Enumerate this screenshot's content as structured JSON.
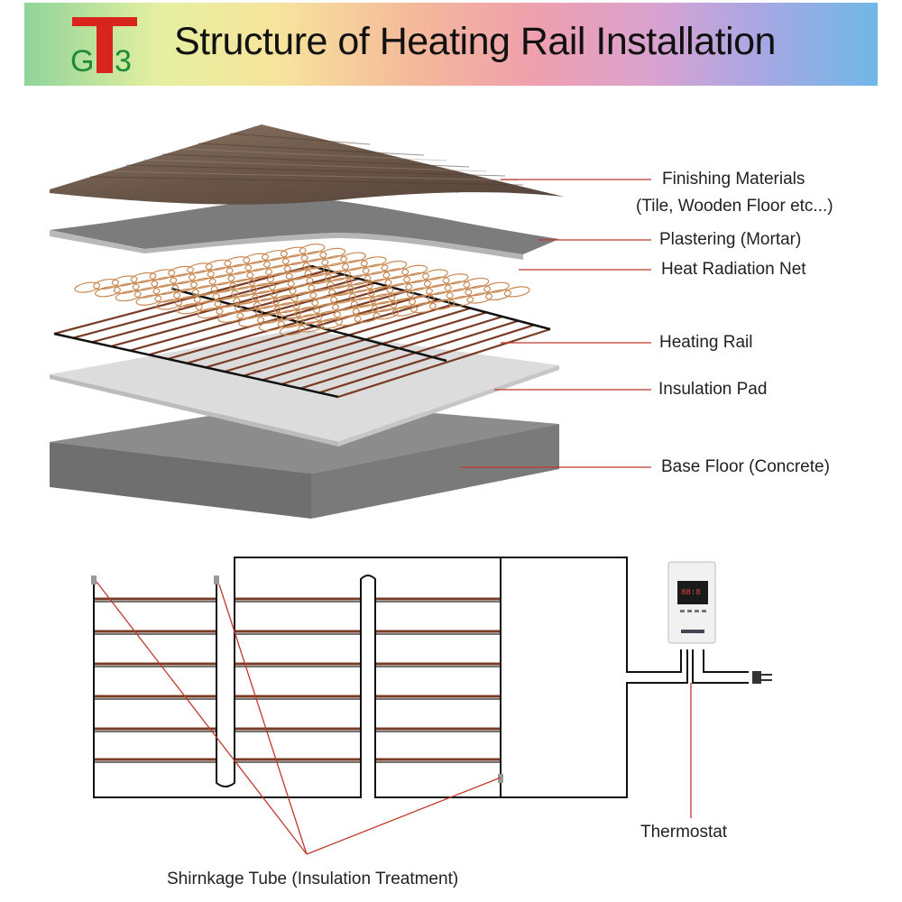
{
  "header": {
    "title": "Structure of Heating Rail Installation",
    "logo_text": "GT3",
    "logo_colors": {
      "letters": "#1f8a3a",
      "bar": "#d9241c"
    }
  },
  "layers": {
    "finishing_line1": "Finishing Materials",
    "finishing_line2": "(Tile, Wooden Floor etc...)",
    "plastering": "Plastering (Mortar)",
    "net": "Heat Radiation Net",
    "rail": "Heating Rail",
    "insulation": "Insulation Pad",
    "base": "Base Floor (Concrete)"
  },
  "wiring": {
    "thermostat_label": "Thermostat",
    "shrink_label": "Shirnkage Tube (Insulation Treatment)"
  },
  "colors": {
    "leader": "#c0392b",
    "rail": "#7a3b25",
    "wire": "#111111"
  }
}
